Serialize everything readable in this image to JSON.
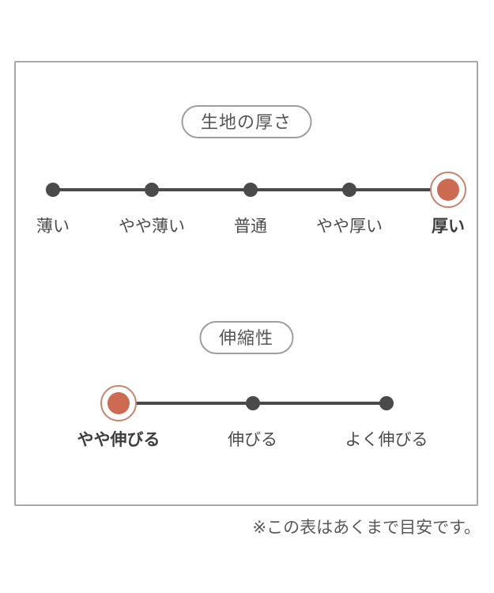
{
  "chart_data": [
    {
      "type": "rating-scale",
      "title": "生地の厚さ",
      "categories": [
        "薄い",
        "やや薄い",
        "普通",
        "やや厚い",
        "厚い"
      ],
      "selected_index": 4,
      "selected_label": "厚い"
    },
    {
      "type": "rating-scale",
      "title": "伸縮性",
      "categories": [
        "やや伸びる",
        "伸びる",
        "よく伸びる"
      ],
      "selected_index": 0,
      "selected_label": "やや伸びる"
    }
  ],
  "footnote": "※この表はあくまで目安です。",
  "colors": {
    "accent": "#cc6a52",
    "accent_ring": "#c98570",
    "dot": "#4a4a4a",
    "text": "#4a4a4a",
    "pill_border": "#9e9e9e",
    "panel_border": "#a8a8a8"
  }
}
